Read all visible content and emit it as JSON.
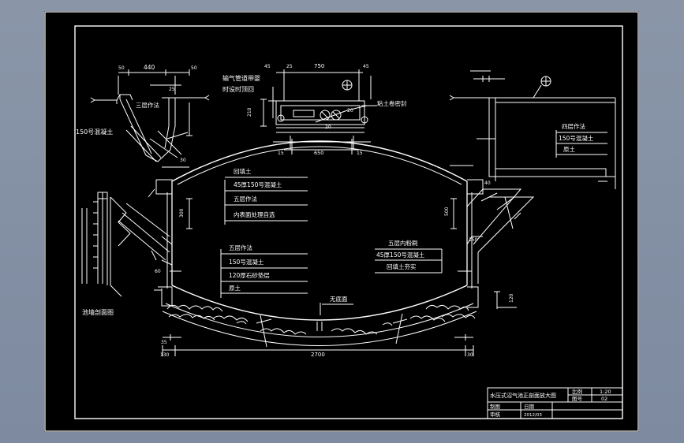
{
  "colors": {
    "background": "#000000",
    "line": "#ffffff",
    "frame": "#ffffff",
    "viewport": "#8896aa"
  },
  "labels": {
    "dim_440": "440",
    "dim_50a": "50",
    "dim_50b": "50",
    "dim_25a": "25",
    "dim_25b": "25",
    "dim_750": "750",
    "dim_45a": "45",
    "dim_45b": "45",
    "dim_15a": "15",
    "dim_15b": "15",
    "dim_650": "650",
    "dim_20a": "20",
    "dim_20b": "20",
    "dim_30a": "30",
    "dim_300": "300",
    "dim_210": "210",
    "dim_500": "500",
    "dim_40": "40",
    "dim_150": "150",
    "dim_60": "60",
    "dim_2700": "2700",
    "dim_130": "130",
    "dim_35": "35",
    "dim_30b": "30",
    "dim_120": "120",
    "pipe_note_1": "输气管道带婴",
    "pipe_note_2": "时设时顶回",
    "seal_note": "粘土卷密封",
    "three_layer": "三层作法",
    "concrete150_left": "150号混凝土",
    "backfill": "回填土",
    "top_45_150": "45厚150号混凝土",
    "five_layer": "五层作法",
    "inner_surface": "内表面处理自选",
    "five_layer_b": "五层作法",
    "concrete150_b": "150号混凝土",
    "stone_120": "120厚石砂垫层",
    "plain_soil": "原土",
    "no_floor": "无底面",
    "five_inner": "五层内粉刷",
    "right_45_150": "45厚150号混凝土",
    "backfill_tamp": "回填土夯实",
    "four_layer": "四层作法",
    "concrete150_right": "150号混凝土",
    "plain_soil_right": "原土",
    "wall_section": "池墙剖面图"
  },
  "title_block": {
    "title": "水压式沼气池正剖面放大图",
    "scale_label": "比例",
    "scale_value": "1:20",
    "sheet_label": "图号",
    "sheet_value": "02",
    "drawn_label": "制图",
    "date_label": "日期",
    "check_label": "审核",
    "check_value": "2012/03"
  }
}
